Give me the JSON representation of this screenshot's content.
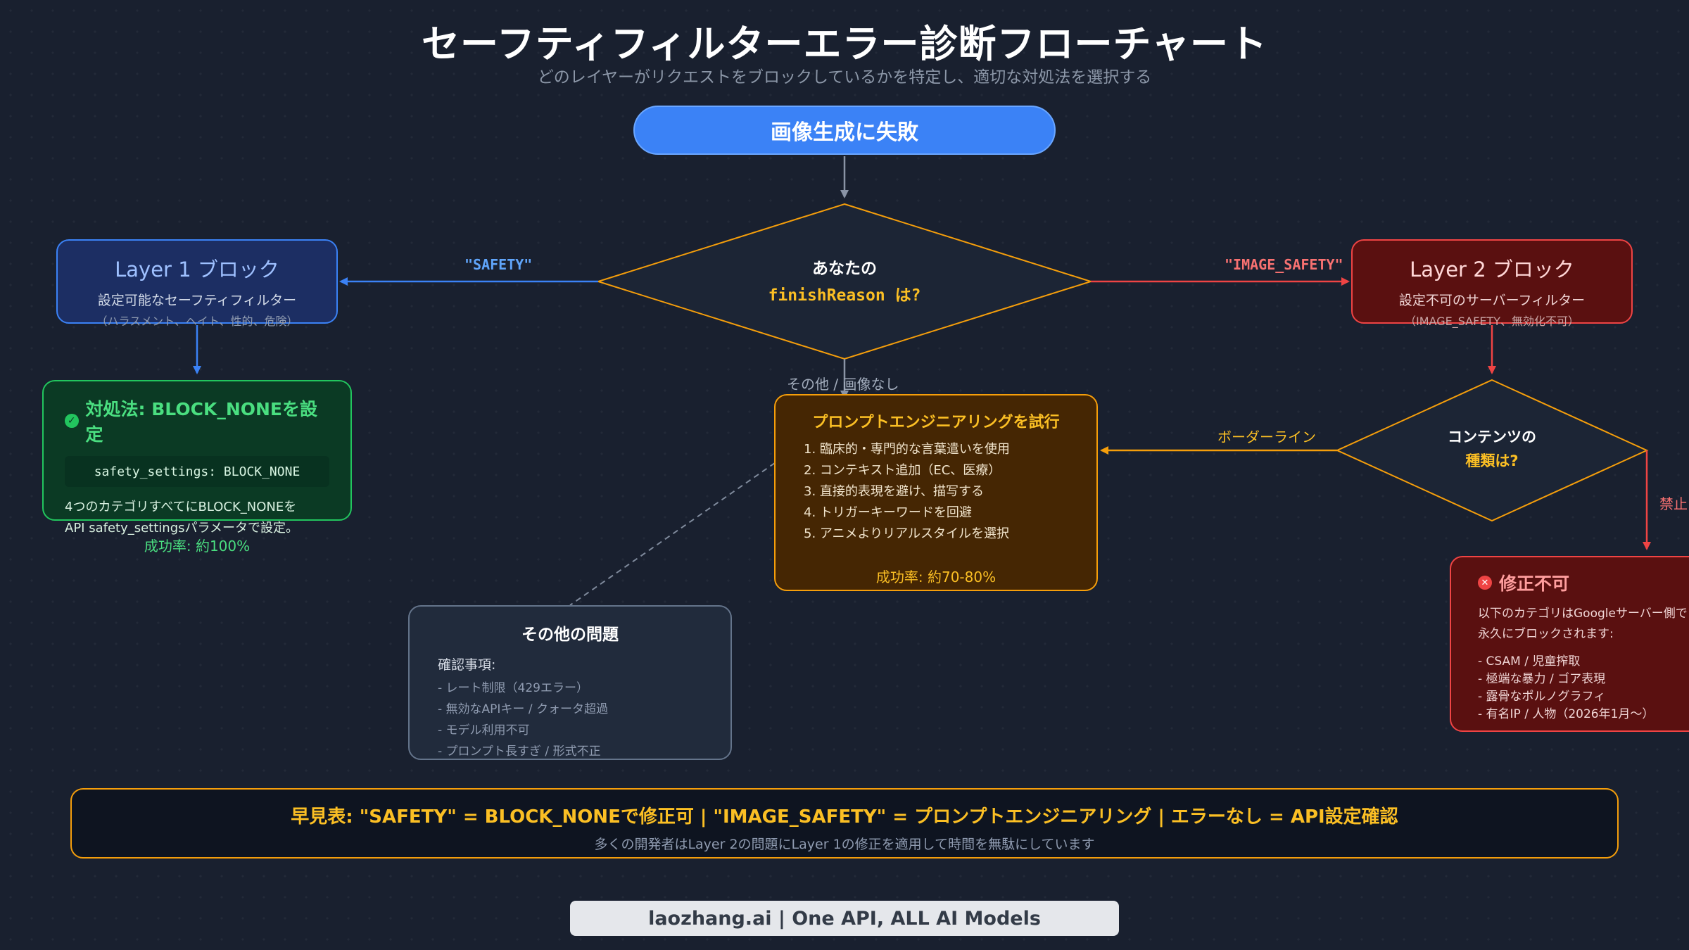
{
  "header": {
    "title": "セーフティフィルターエラー診断フローチャート",
    "subtitle": "どのレイヤーがリクエストをブロックしているかを特定し、適切な対処法を選択する"
  },
  "start_node": {
    "label": "画像生成に失敗"
  },
  "decision_finish": {
    "line1": "あなたの",
    "line2": "finishReason は?"
  },
  "edge_labels": {
    "safety": "\"SAFETY\"",
    "image_safety": "\"IMAGE_SAFETY\"",
    "other": "その他 / 画像なし",
    "borderline": "ボーダーライン",
    "forbidden": "禁止"
  },
  "layer1": {
    "title": "Layer 1 ブロック",
    "desc": "設定可能なセーフティフィルター",
    "note": "（ハラスメント、ヘイト、性的、危険）"
  },
  "layer2": {
    "title": "Layer 2 ブロック",
    "desc": "設定不可のサーバーフィルター",
    "note": "（IMAGE_SAFETY、無効化不可）"
  },
  "fix1": {
    "title": "対処法: BLOCK_NONEを設定",
    "code": "safety_settings: BLOCK_NONE",
    "desc_line1": "4つのカテゴリすべてにBLOCK_NONEを",
    "desc_line2": "API safety_settingsパラメータで設定。",
    "success": "成功率: 約100%"
  },
  "decision_content": {
    "line1": "コンテンツの",
    "line2": "種類は?"
  },
  "prompt_eng": {
    "title": "プロンプトエンジニアリングを試行",
    "items": [
      "1. 臨床的・専門的な言葉遣いを使用",
      "2. コンテキスト追加（EC、医療）",
      "3. 直接的表現を避け、描写する",
      "4. トリガーキーワードを回避",
      "5. アニメよりリアルスタイルを選択"
    ],
    "success": "成功率: 約70-80%"
  },
  "other_issues": {
    "title": "その他の問題",
    "heading": "確認事項:",
    "items": [
      "- レート制限（429エラー）",
      "- 無効なAPIキー / クォータ超過",
      "- モデル利用不可",
      "- プロンプト長すぎ / 形式不正"
    ]
  },
  "no_fix": {
    "title": "修正不可",
    "desc_line1": "以下のカテゴリはGoogleサーバー側で",
    "desc_line2": "永久にブロックされます:",
    "items": [
      "- CSAM / 児童搾取",
      "- 極端な暴力 / ゴア表現",
      "- 露骨なポルノグラフィ",
      "- 有名IP / 人物（2026年1月〜）"
    ]
  },
  "quick_ref": {
    "title": "早見表: \"SAFETY\" = BLOCK_NONEで修正可 | \"IMAGE_SAFETY\" = プロンプトエンジニアリング | エラーなし = API設定確認",
    "subtitle": "多くの開発者はLayer 2の問題にLayer 1の修正を適用して時間を無駄にしています"
  },
  "brand": {
    "label": "laozhang.ai | One API, ALL AI Models"
  },
  "colors": {
    "background": "#19202f",
    "blue": "#3b82f6",
    "red": "#ef4444",
    "green": "#22c55e",
    "amber": "#f59e0b",
    "slate": "#64748b"
  }
}
